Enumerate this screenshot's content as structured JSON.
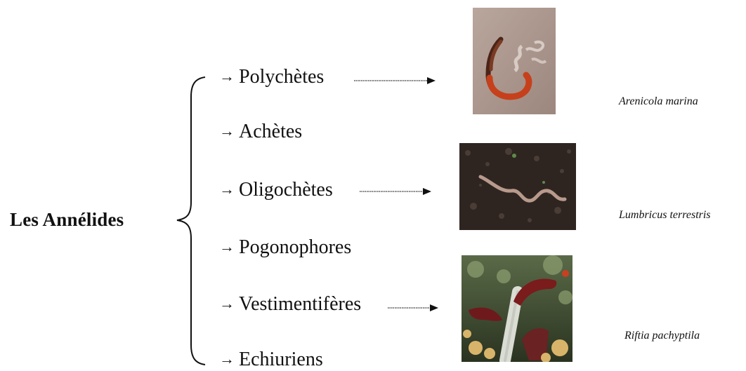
{
  "root": {
    "label": "Les Annélides"
  },
  "arrow_glyph": "→",
  "classes": [
    {
      "name": "Polychètes"
    },
    {
      "name": "Achètes"
    },
    {
      "name": "Oligochètes"
    },
    {
      "name": "Pogonophores"
    },
    {
      "name": "Vestimentifères"
    },
    {
      "name": "Echiuriens"
    }
  ],
  "examples": [
    {
      "species": "Arenicola marina",
      "photo_icon": "red-lugworm-on-sand"
    },
    {
      "species": "Lumbricus terrestris",
      "photo_icon": "earthworm-on-soil"
    },
    {
      "species": "Riftia pachyptila",
      "photo_icon": "tube-worms-deep-sea"
    }
  ],
  "colors": {
    "sand": "#a9958c",
    "lugworm": "#c6401b",
    "soil": "#2e2521",
    "earthworm": "#b89a8c",
    "deepsea": "#3b4a2c",
    "tube": "#d9ddd4",
    "plume": "#7a1b1c"
  }
}
